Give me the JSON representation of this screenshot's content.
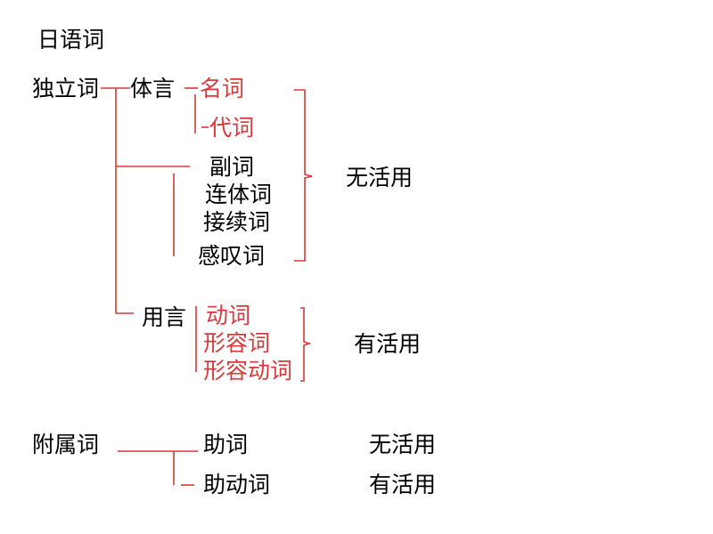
{
  "title": "日语词",
  "independent": {
    "label": "独立词",
    "taigen": {
      "label": "体言",
      "items": [
        "名词",
        "代词"
      ]
    },
    "uninflected_others": [
      "副词",
      "连体词",
      "接续词",
      "感叹词"
    ],
    "uninflected_note": "无活用",
    "yougen": {
      "label": "用言",
      "items": [
        "动词",
        "形容词",
        "形容动词"
      ],
      "note": "有活用"
    }
  },
  "dependent": {
    "label": "附属词",
    "items": [
      {
        "label": "助词",
        "note": "无活用"
      },
      {
        "label": "助动词",
        "note": "有活用"
      }
    ]
  },
  "colors": {
    "accent": "#d9383a",
    "text": "#000000"
  }
}
